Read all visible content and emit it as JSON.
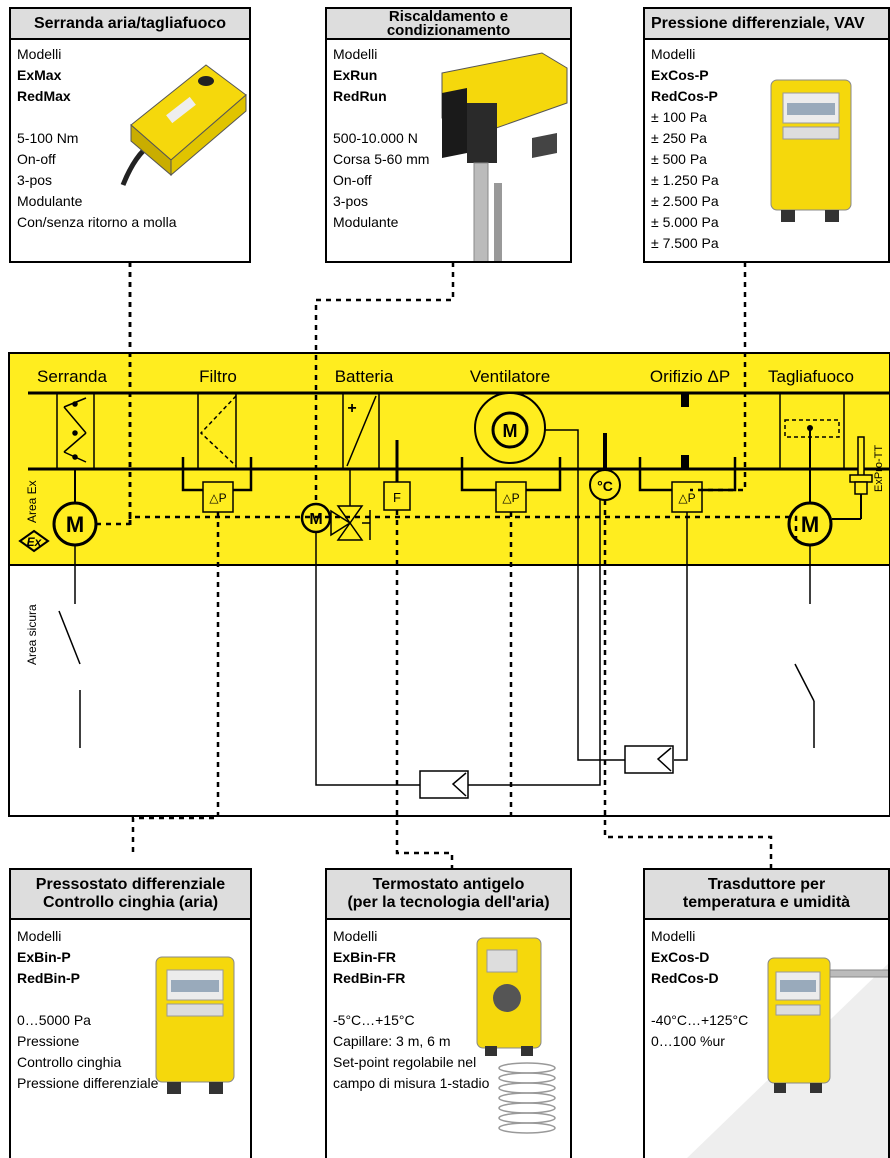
{
  "boxes": {
    "damper": {
      "title": "Serranda aria/tagliafuoco",
      "models_label": "Modelli",
      "model1": "ExMax",
      "model2": "RedMax",
      "specs": [
        "5-100 Nm",
        "On-off",
        "3-pos",
        "Modulante",
        "Con/senza ritorno a molla"
      ]
    },
    "heating": {
      "title": "Riscaldamento e condizionamento",
      "models_label": "Modelli",
      "model1": "ExRun",
      "model2": "RedRun",
      "specs": [
        "500-10.000 N",
        "Corsa 5-60 mm",
        "On-off",
        "3-pos",
        "Modulante"
      ]
    },
    "pressure": {
      "title": "Pressione differenziale, VAV",
      "models_label": "Modelli",
      "model1": "ExCos-P",
      "model2": "RedCos-P",
      "specs": [
        "± 100 Pa",
        "± 250 Pa",
        "± 500 Pa",
        "± 1.250 Pa",
        "± 2.500 Pa",
        "± 5.000 Pa",
        "± 7.500 Pa"
      ]
    },
    "switch": {
      "title1": "Pressostato differenziale",
      "title2": "Controllo cinghia (aria)",
      "models_label": "Modelli",
      "model1": "ExBin-P",
      "model2": "RedBin-P",
      "specs": [
        "0…5000 Pa",
        "Pressione",
        "Controllo cinghia",
        "Pressione differenziale"
      ]
    },
    "frost": {
      "title1": "Termostato antigelo",
      "title2": "(per la tecnologia dell'aria)",
      "models_label": "Modelli",
      "model1": "ExBin-FR",
      "model2": "RedBin-FR",
      "specs": [
        "-5°C…+15°C",
        "Capillare: 3 m, 6 m",
        "Set-point regolabile nel",
        "campo di misura 1-stadio"
      ]
    },
    "transducer": {
      "title1": "Trasduttore per",
      "title2": "temperatura e umidità",
      "models_label": "Modelli",
      "model1": "ExCos-D",
      "model2": "RedCos-D",
      "specs": [
        "-40°C…+125°C",
        "0…100 %ur"
      ]
    }
  },
  "diagram": {
    "sections": [
      "Serranda",
      "Filtro",
      "Batteria",
      "Ventilatore",
      "Orifizio ΔP",
      "Tagliafuoco"
    ],
    "motor_symbol": "M",
    "dp_symbol": "△P",
    "frost_symbol": "F",
    "temp_symbol": "°C",
    "plus_symbol": "+",
    "area_ex": "Area Ex",
    "area_safe": "Area sicura",
    "ex_logo": "Ex",
    "expro_label": "ExPro-TT"
  },
  "colors": {
    "ex_area": "#FFED1F",
    "header_gray": "#dddddd",
    "device_yellow": "#F5D80C"
  }
}
